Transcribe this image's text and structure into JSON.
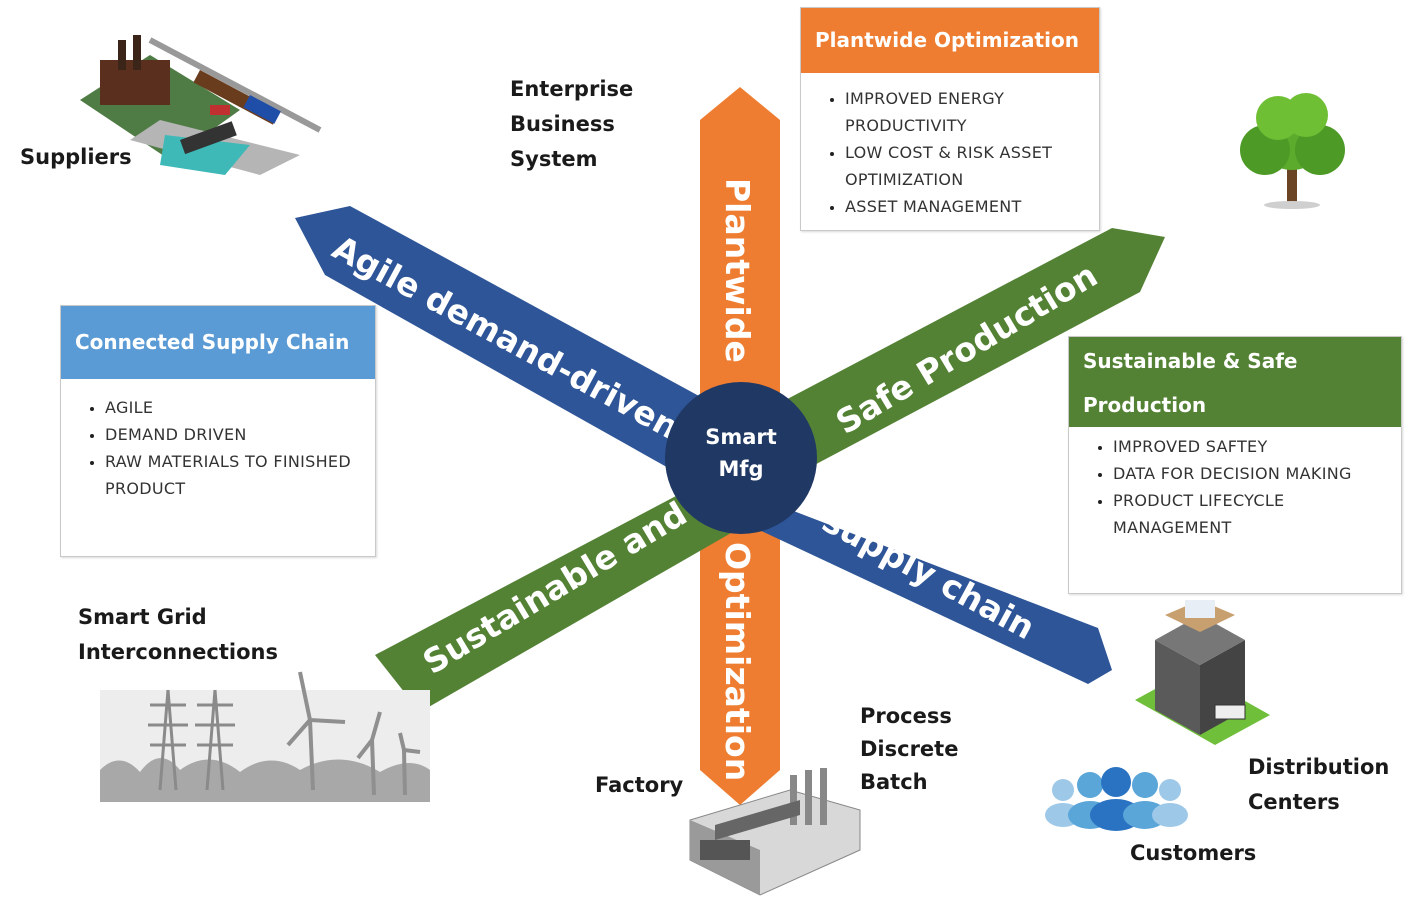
{
  "center": {
    "line1": "Smart",
    "line2": "Mfg"
  },
  "arrows": {
    "up": "Plantwide",
    "down": "Optimization",
    "up_left": "Agile demand-driven",
    "down_right": "supply chain",
    "up_right": "Safe Production",
    "down_left": "Sustainable and"
  },
  "colors": {
    "orange": "#ee7d31",
    "blue": "#2e5597",
    "green": "#548235",
    "light_blue": "#5b9bd5",
    "hub": "#1f3864"
  },
  "boxes": {
    "plantwide": {
      "title": "Plantwide Optimization",
      "items": [
        "IMPROVED ENERGY PRODUCTIVITY",
        "LOW COST & RISK ASSET OPTIMIZATION",
        "ASSET MANAGEMENT"
      ]
    },
    "connected": {
      "title": "Connected Supply Chain",
      "items": [
        "AGILE",
        "DEMAND DRIVEN",
        "RAW MATERIALS TO FINISHED PRODUCT"
      ]
    },
    "sustain": {
      "title": "Sustainable & Safe Production",
      "items": [
        "IMPROVED SAFTEY",
        "DATA FOR DECISION MAKING",
        "PRODUCT LIFECYCLE MANAGEMENT"
      ]
    }
  },
  "labels": {
    "suppliers": "Suppliers",
    "enterprise": [
      "Enterprise",
      "Business",
      "System"
    ],
    "smart_grid": [
      "Smart Grid",
      "Interconnections"
    ],
    "factory": "Factory",
    "process": [
      "Process",
      "Discrete",
      "Batch"
    ],
    "distribution": [
      "Distribution",
      "Centers"
    ],
    "customers": "Customers"
  },
  "icons": [
    "supply-chain-illustration",
    "tree-icon",
    "power-grid-wind-illustration",
    "factory-icon",
    "warehouse-icon",
    "people-icon"
  ]
}
